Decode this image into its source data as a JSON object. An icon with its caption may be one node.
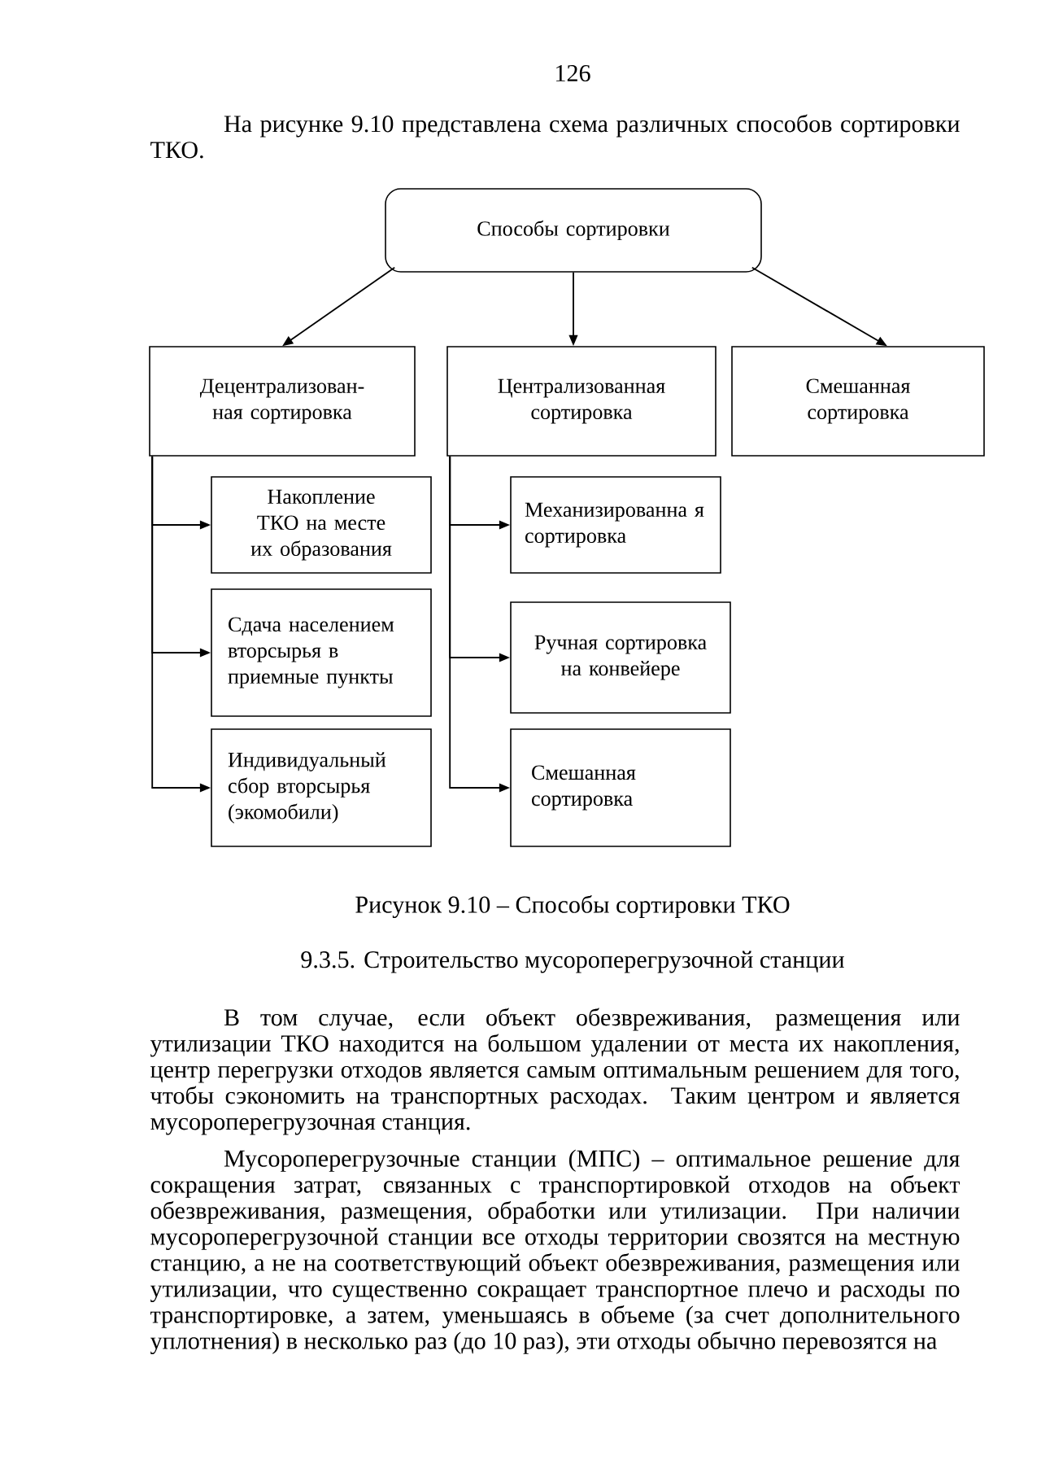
{
  "diagram": {
    "caption": "Рисунок 9.10 – Способы сортировки ТКО",
    "nodes": [
      {
        "text": [
          "Способы сортировки"
        ]
      },
      {
        "text": [
          "Децентрализован- ная сортировка"
        ]
      },
      {
        "text": [
          "Централизованная сортировка"
        ]
      },
      {
        "text": [
          "Смешанная сортировка"
        ]
      },
      {
        "text": [
          "Накопление ТКО на месте их образования"
        ]
      },
      {
        "text": [
          "Сдача населением вторсырья в приемные пункты"
        ]
      },
      {
        "text": [
          "Индивидуальный сбор вторсырья (экомобили)"
        ]
      },
      {
        "text": [
          "Механизированна я сортировка"
        ]
      },
      {
        "text": [
          "Ручная сортировка на конвейере"
        ]
      },
      {
        "text": [
          "Смешанная сортировка"
        ]
      }
    ],
    "edges": [
      {
        "from": 0,
        "to": 1,
        "arrow": "to"
      },
      {
        "from": 0,
        "to": 2,
        "arrow": "to"
      },
      {
        "from": 0,
        "to": 3,
        "arrow": "to"
      },
      {
        "from": 1,
        "to": 4,
        "arrow": "to"
      },
      {
        "from": 1,
        "to": 5,
        "arrow": "to"
      },
      {
        "from": 1,
        "to": 6,
        "arrow": "to"
      },
      {
        "from": 2,
        "to": 7,
        "arrow": "to"
      },
      {
        "from": 2,
        "to": 8,
        "arrow": "to"
      },
      {
        "from": 2,
        "to": 9,
        "arrow": "to"
      }
    ],
    "labels": [
      "126",
      "На рисунке 9.10 представлена схема различных способов сортировки ТКО.",
      "9.3.5. Строительство мусороперегрузочной станции",
      "В том случае, если объект обезвреживания, размещения или утилизации ТКО находится на большом удалении от места их накопления, центр перегрузки отходов является самым оптимальным решением для того, чтобы сэкономить на транспортных расходах. Таким центром и является мусороперегрузочная станция.",
      "Мусороперегрузочные станции (МПС) – оптимальное решение для сокращения затрат, связанных с транспортировкой отходов на объект обезвреживания, размещения, обработки или утилизации. При наличии мусороперегрузочной станции все отходы территории свозятся на местную станцию, а не на соответствующий объект обезвреживания, размещения или утилизации, что существенно сокращает транспортное плечо и расходы по транспортировке, а затем, уменьшаясь в объеме (за счет дополнительного уплотнения) в несколько раз (до 10 раз), эти отходы обычно перевозятся на"
    ]
  }
}
